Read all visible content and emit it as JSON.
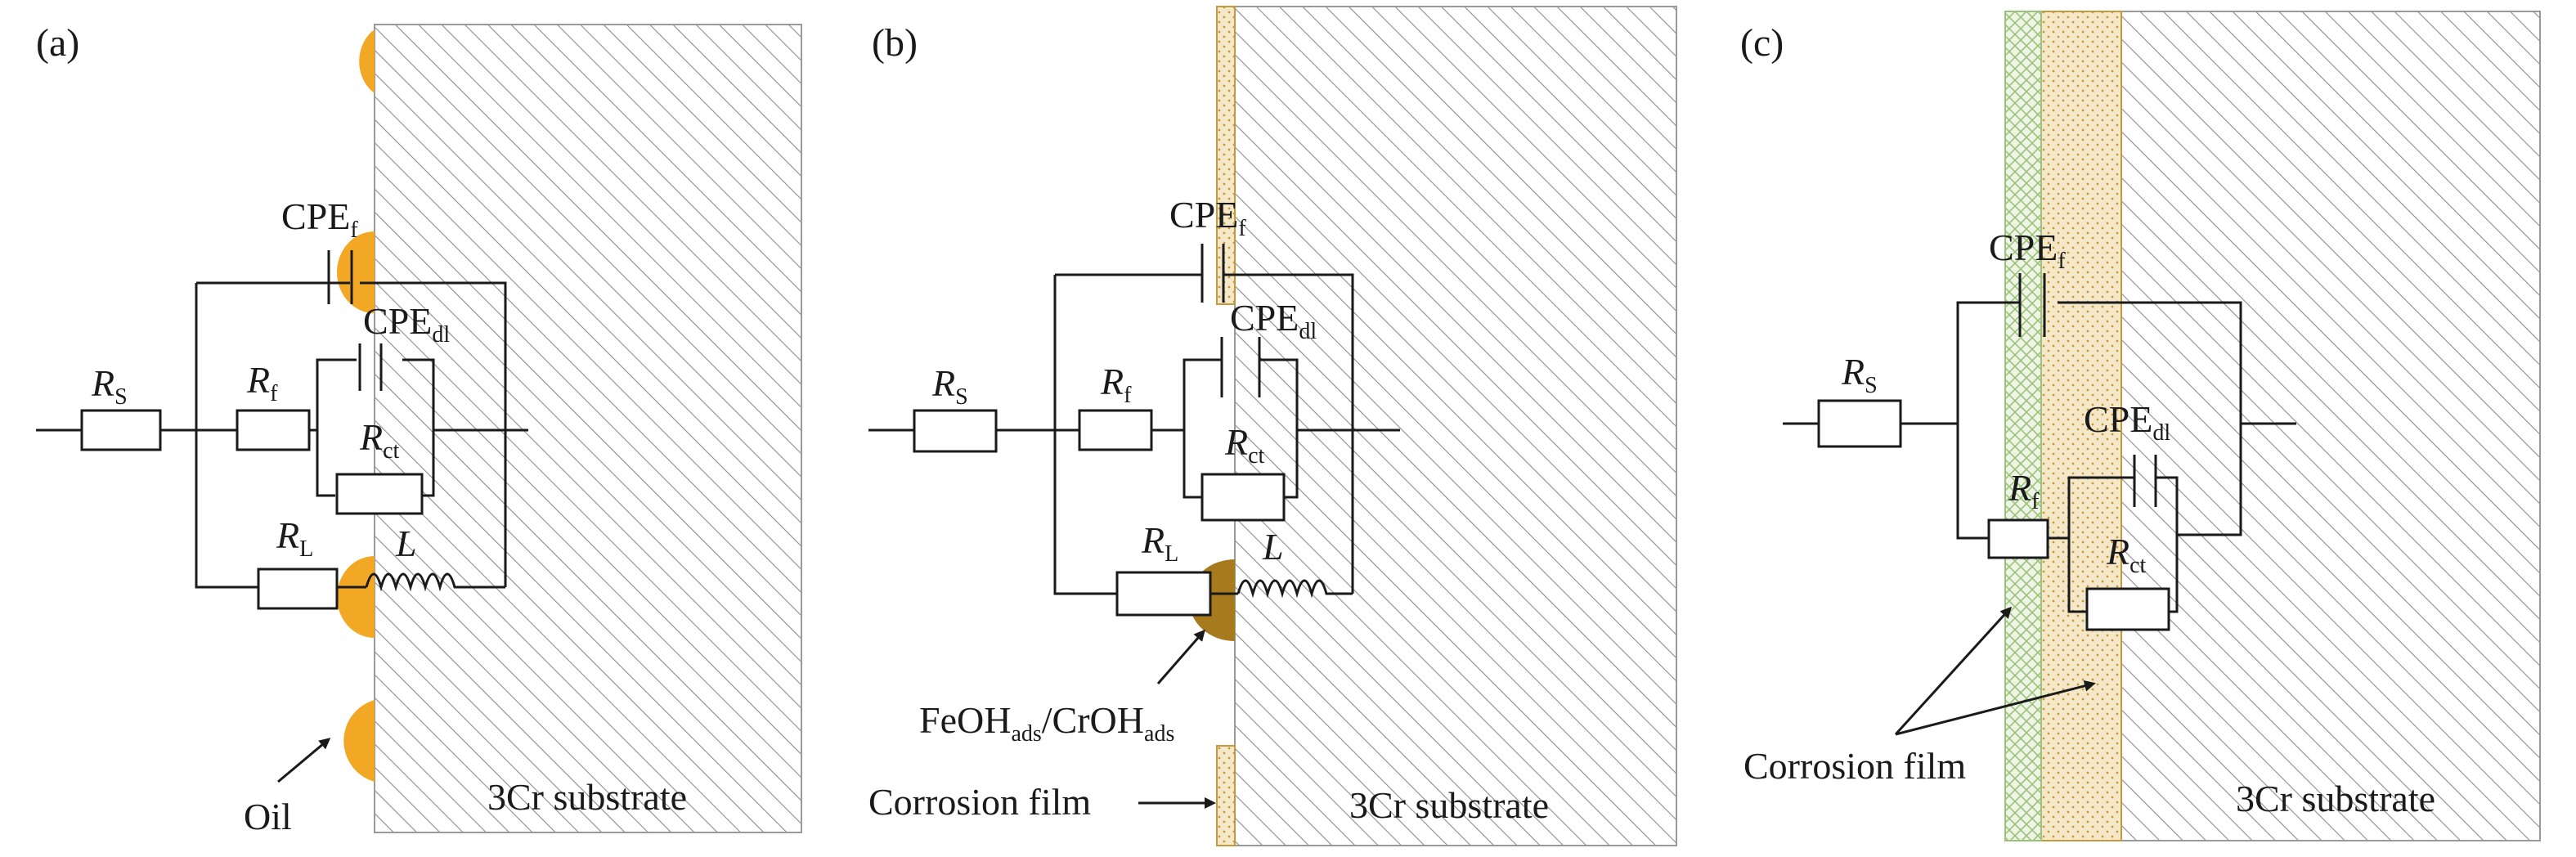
{
  "colors": {
    "oil": "#F2A825",
    "adsorbate": "#A77A1E",
    "film": "#F4E8C9",
    "film_dot": "#C49A3C",
    "outer_film": "#EFF5E6",
    "outer_film_line": "#9BC27A",
    "substrate_hatch": "#8C8C8C",
    "wire": "#1A1A1A"
  },
  "panels": [
    {
      "label": "(a)",
      "substrate": "3Cr substrate",
      "components": {
        "cpe_f": {
          "main": "CPE",
          "sub": "f"
        },
        "cpe_dl": {
          "main": "CPE",
          "sub": "dl"
        },
        "r_s": {
          "main": "R",
          "sub": "S"
        },
        "r_f": {
          "main": "R",
          "sub": "f"
        },
        "r_ct": {
          "main": "R",
          "sub": "ct"
        },
        "r_l": {
          "main": "R",
          "sub": "L"
        },
        "l": {
          "main": "L"
        }
      },
      "annotation": "Oil"
    },
    {
      "label": "(b)",
      "substrate": "3Cr substrate",
      "components": {
        "cpe_f": {
          "main": "CPE",
          "sub": "f"
        },
        "cpe_dl": {
          "main": "CPE",
          "sub": "dl"
        },
        "r_s": {
          "main": "R",
          "sub": "S"
        },
        "r_f": {
          "main": "R",
          "sub": "f"
        },
        "r_ct": {
          "main": "R",
          "sub": "ct"
        },
        "r_l": {
          "main": "R",
          "sub": "L"
        },
        "l": {
          "main": "L"
        }
      },
      "adsorbate_label": {
        "p1": "FeOH",
        "s1": "ads",
        "p2": "/CrOH",
        "s2": "ads"
      },
      "film_label": "Corrosion film"
    },
    {
      "label": "(c)",
      "substrate": "3Cr substrate",
      "components": {
        "cpe_f": {
          "main": "CPE",
          "sub": "f"
        },
        "cpe_dl": {
          "main": "CPE",
          "sub": "dl"
        },
        "r_s": {
          "main": "R",
          "sub": "S"
        },
        "r_f": {
          "main": "R",
          "sub": "f"
        },
        "r_ct": {
          "main": "R",
          "sub": "ct"
        }
      },
      "film_label": "Corrosion film"
    }
  ]
}
